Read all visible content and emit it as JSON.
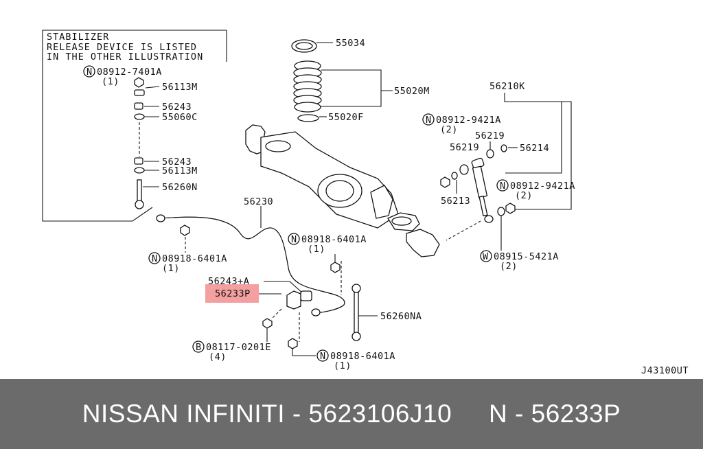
{
  "note": {
    "line1": "STABILIZER",
    "line2": "RELEASE DEVICE IS LISTED",
    "line3": "IN THE OTHER ILLUSTRATION"
  },
  "labels": {
    "p55034": "55034",
    "p55020m": "55020M",
    "p55020f": "55020F",
    "p56210k": "56210K",
    "n08912_9421a_1": "08912-9421A",
    "n08912_9421a_1_qty": "(2)",
    "p56219": "56219",
    "p56219b": "56219",
    "p56214": "56214",
    "p56213": "56213",
    "n08912_9421a_2": "08912-9421A",
    "n08912_9421a_2_qty": "(2)",
    "w08915_5421a": "08915-5421A",
    "w08915_5421a_qty": "(2)",
    "n08912_7401a": "08912-7401A",
    "n08912_7401a_qty": "(1)",
    "p56113m": "56113M",
    "p56243": "56243",
    "p55060c": "55060C",
    "p56243b": "56243",
    "p56113mb": "56113M",
    "p56260n": "56260N",
    "p56230": "56230",
    "n08918_6401a_l": "08918-6401A",
    "n08918_6401a_l_qty": "(1)",
    "n08918_6401a_c": "08918-6401A",
    "n08918_6401a_c_qty": "(1)",
    "p56243a": "56243+A",
    "p56233p": "56233P",
    "p56260na": "56260NA",
    "b08117_0201e": "08117-0201E",
    "b08117_0201e_qty": "(4)",
    "n08918_6401a_b": "08918-6401A",
    "n08918_6401a_b_qty": "(1)",
    "ref": "J43100UT"
  },
  "badges": {
    "n": "N",
    "w": "W",
    "b": "B"
  },
  "highlight": {
    "part": "56233P",
    "color": "#f4a0a0"
  },
  "footer": {
    "text": "NISSAN INFINITI - 5623106J10     N - 56233P"
  }
}
